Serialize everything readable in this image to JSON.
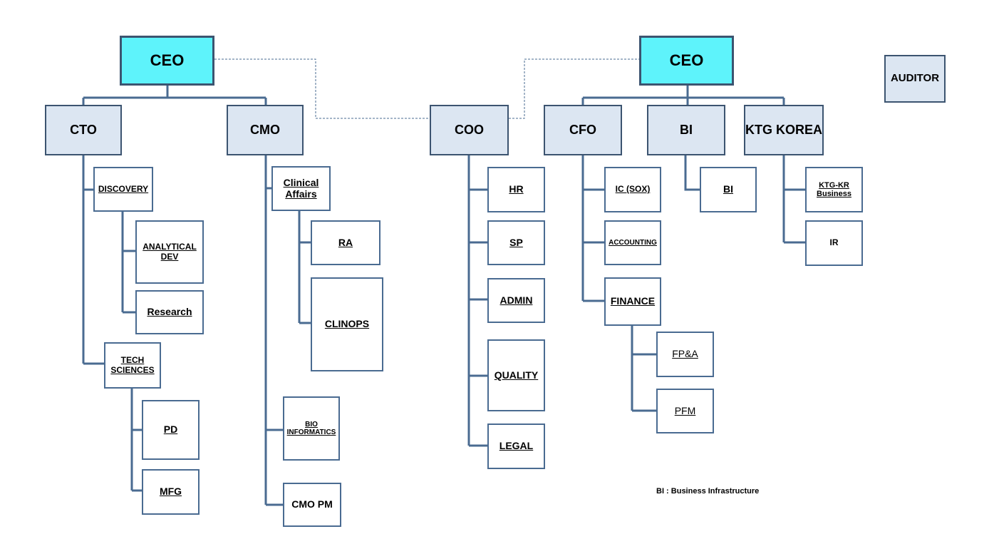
{
  "nodes": {
    "ceo_left": "CEO",
    "ceo_right": "CEO",
    "auditor": "AUDITOR",
    "cto": "CTO",
    "cmo": "CMO",
    "coo": "COO",
    "cfo": "CFO",
    "bi": "BI",
    "ktg_korea": "KTG KOREA",
    "discovery": "DISCOVERY",
    "analytical_dev": "ANALYTICAL\nDEV",
    "research": "Research",
    "tech_sciences": "TECH\nSCIENCES",
    "pd": "PD",
    "mfg": "MFG",
    "clinical_affairs": "Clinical\nAffairs",
    "ra": "RA",
    "clinops": "CLINOPS",
    "bio_informatics": "BIO\nINFORMATICS",
    "cmo_pm": "CMO PM",
    "hr": "HR",
    "sp": "SP",
    "admin": "ADMIN",
    "quality": "QUALITY",
    "legal": "LEGAL",
    "ic_sox": "IC (SOX)",
    "accounting": "ACCOUNTING",
    "finance": "FINANCE",
    "fpa": "FP&A",
    "pfm": "PFM",
    "bi_unit": "BI",
    "ktg_kr_business": "KTG-KR\nBusiness",
    "ir": "IR"
  },
  "legend": "BI : Business Infrastructure",
  "colors": {
    "ceo_fill": "#5ef3fb",
    "exec_fill": "#dce6f2",
    "border": "#3c5470",
    "connector": "#4a6b91"
  }
}
